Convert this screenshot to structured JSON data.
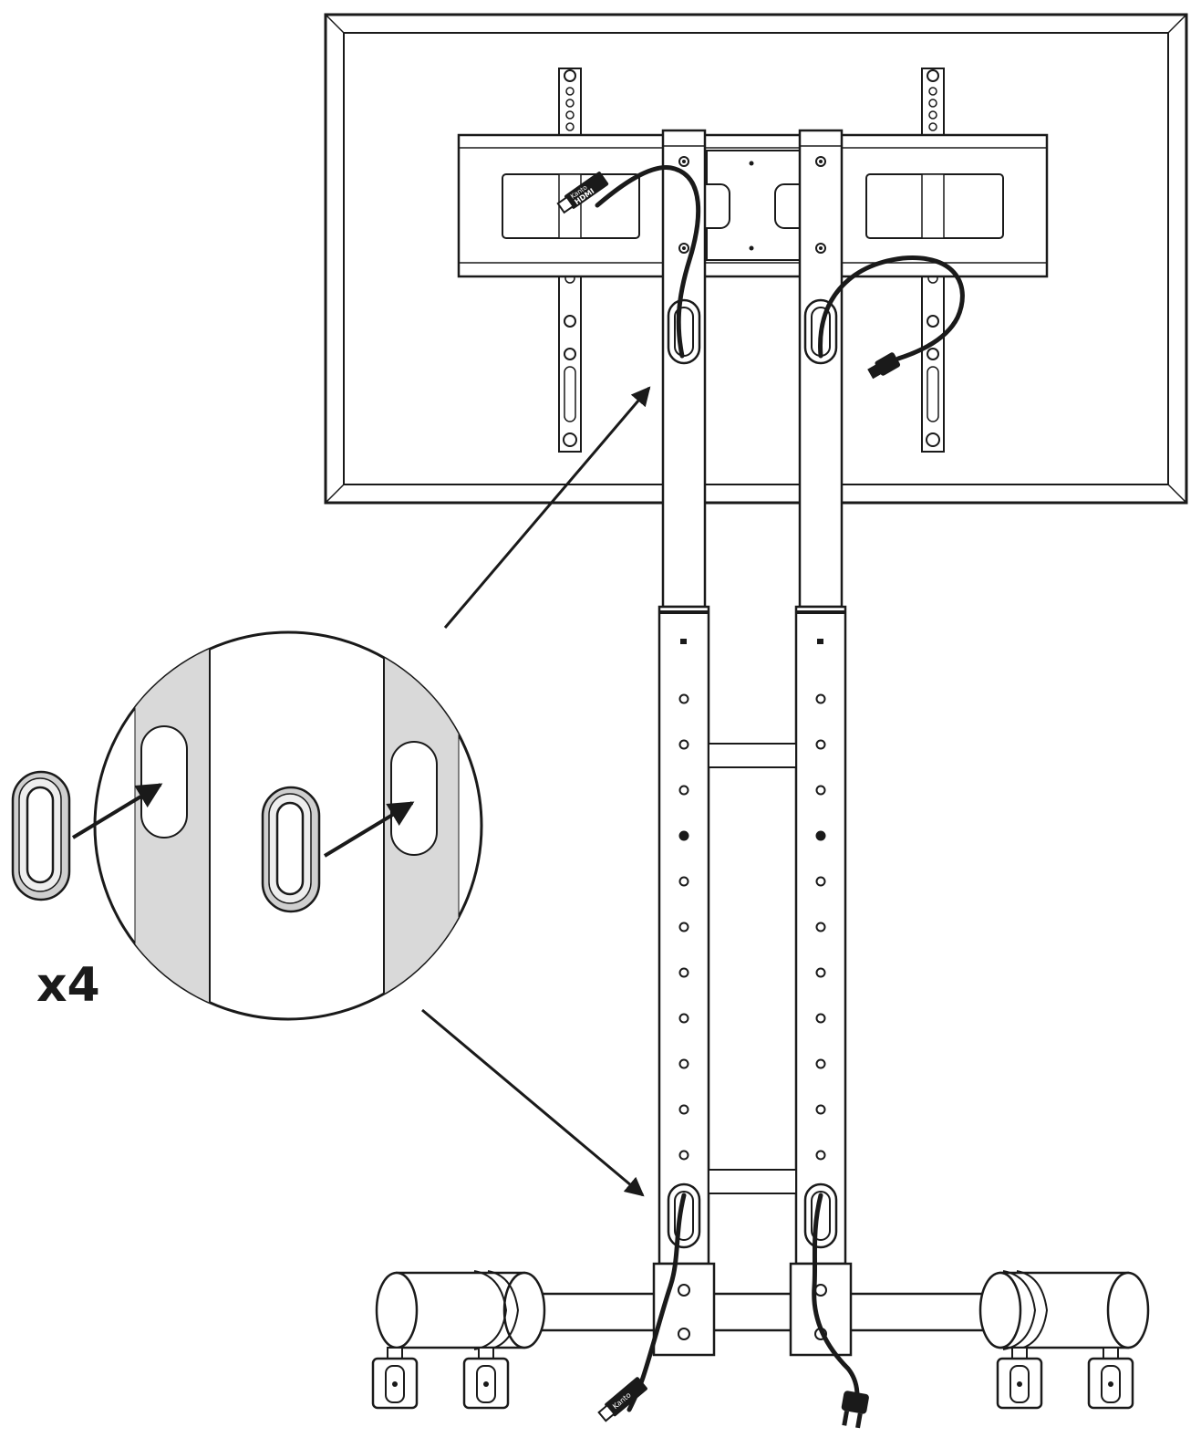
{
  "diagram": {
    "quantity_label": "x4",
    "cable_labels": {
      "hdmi_brand": "Kanto",
      "hdmi_text": "HDMI",
      "bottom_brand": "Kanto"
    },
    "colors": {
      "line": "#1a1a1a",
      "fill": "#ffffff",
      "cutaway_pole": "#d9d9d9",
      "cable": "#1a1a1a"
    },
    "parts": {
      "grommet_count": 4
    }
  }
}
